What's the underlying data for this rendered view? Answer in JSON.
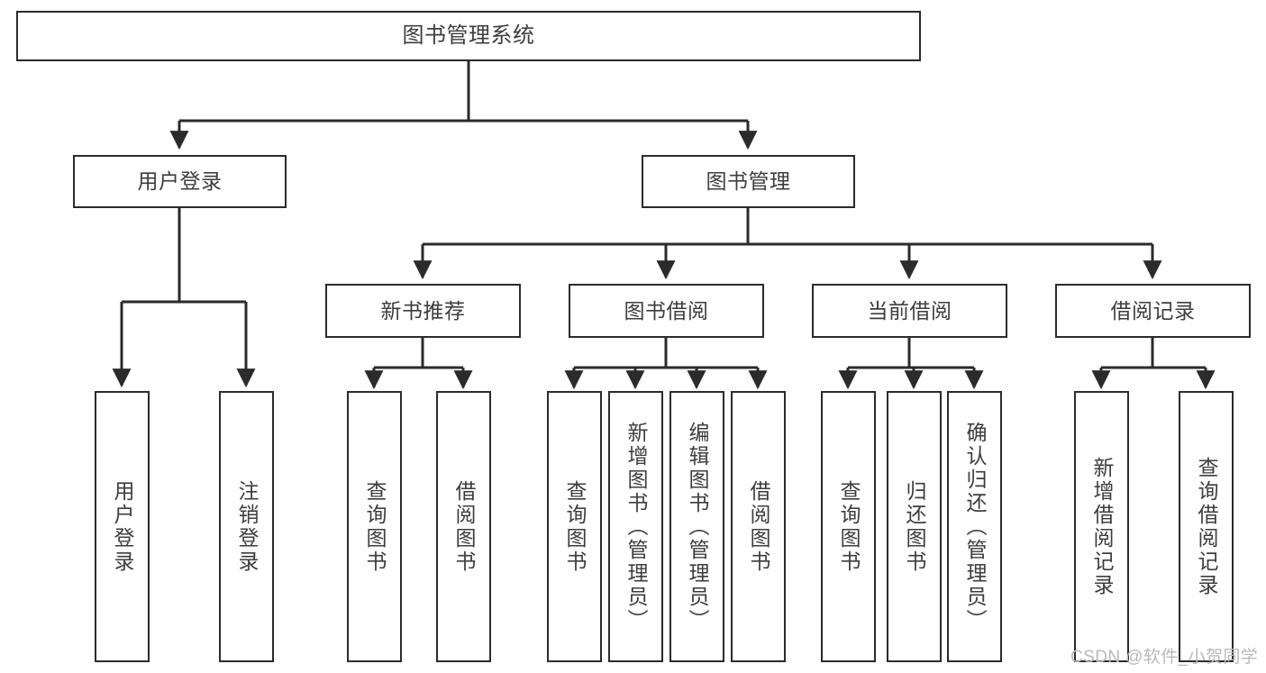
{
  "diagram": {
    "type": "tree-hierarchy-chart",
    "title_text": "图书管理系统",
    "watermark": "CSDN @软件_小贺同学",
    "colors": {
      "box_border": "#2b2b2b",
      "box_fill": "#ffffff",
      "connector": "#2b2b2b",
      "text": "#3d3d3d",
      "watermark": "#b9b9b9",
      "background": "#ffffff"
    },
    "root": {
      "label": "图书管理系统"
    },
    "level2": [
      {
        "label": "用户登录"
      },
      {
        "label": "图书管理"
      }
    ],
    "level3": [
      {
        "label": "新书推荐"
      },
      {
        "label": "图书借阅"
      },
      {
        "label": "当前借阅"
      },
      {
        "label": "借阅记录"
      }
    ],
    "leaves": {
      "user_login": [
        {
          "label": "用户登录"
        },
        {
          "label": "注销登录"
        }
      ],
      "new_book_recommend": [
        {
          "label": "查询图书"
        },
        {
          "label": "借阅图书"
        }
      ],
      "book_borrow": [
        {
          "label": "查询图书"
        },
        {
          "label": "新增图书（管理员）"
        },
        {
          "label": "编辑图书（管理员）"
        },
        {
          "label": "借阅图书"
        }
      ],
      "current_borrow": [
        {
          "label": "查询图书"
        },
        {
          "label": "归还图书"
        },
        {
          "label": "确认归还（管理员）"
        }
      ],
      "borrow_record": [
        {
          "label": "新增借阅记录"
        },
        {
          "label": "查询借阅记录"
        }
      ]
    }
  }
}
